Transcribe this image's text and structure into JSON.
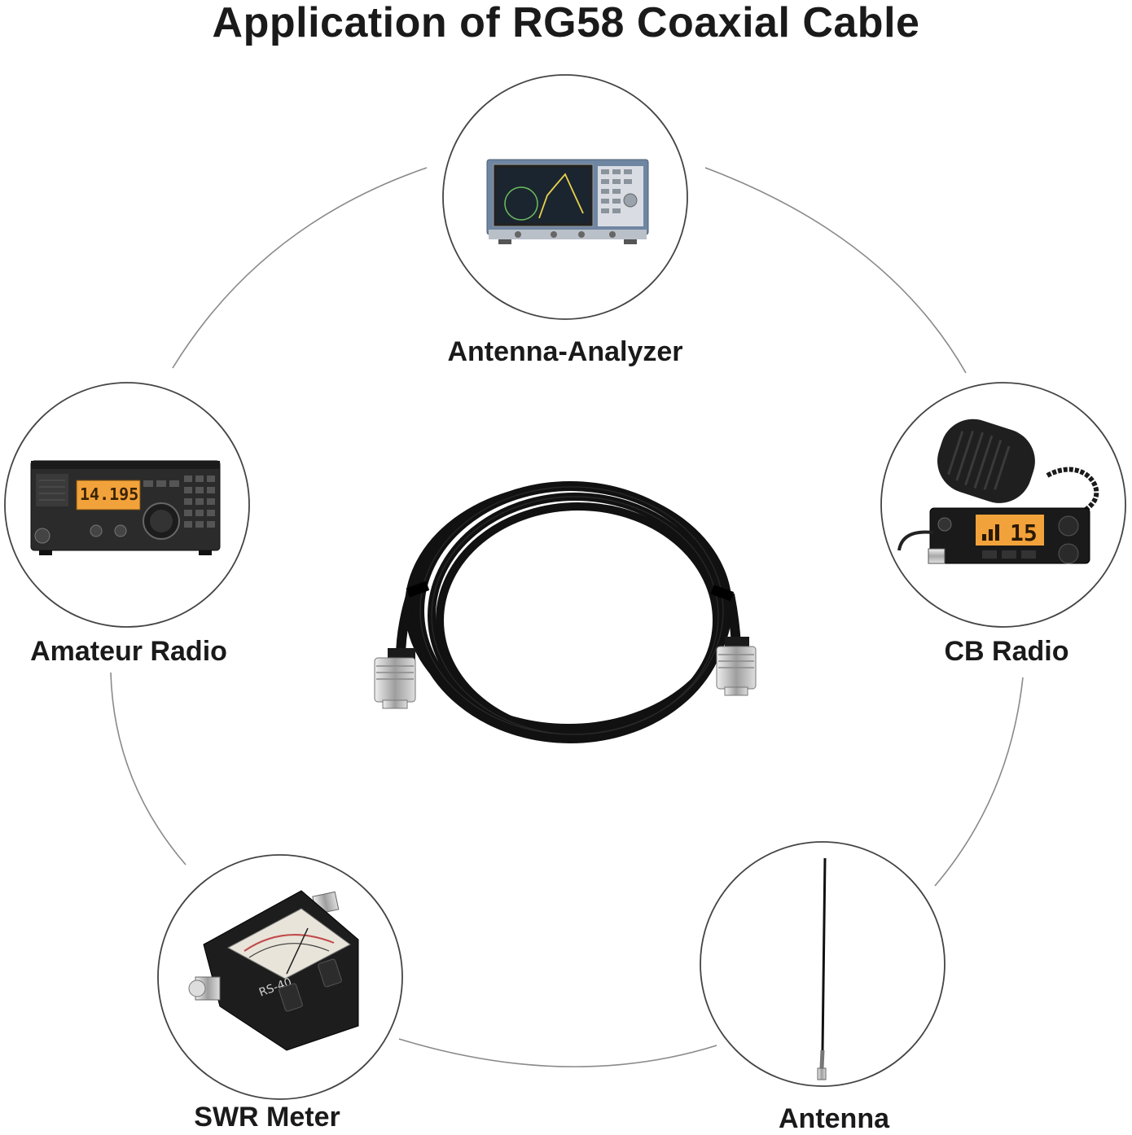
{
  "title": "Application of RG58 Coaxial Cable",
  "applications": [
    {
      "label": "Antenna-Analyzer",
      "icon": "antenna-analyzer-icon"
    },
    {
      "label": "CB Radio",
      "icon": "cb-radio-icon"
    },
    {
      "label": "Antenna",
      "icon": "antenna-icon"
    },
    {
      "label": "SWR Meter",
      "icon": "swr-meter-icon"
    },
    {
      "label": "Amateur Radio",
      "icon": "amateur-radio-icon"
    }
  ],
  "center_image": "coaxial-cable-icon",
  "device_labels": {
    "swr_model": "RS-40"
  },
  "colors": {
    "text": "#1a1a1a",
    "ring_line": "#8a8a8a",
    "cable": "#111111",
    "connector": "#c9c9c9",
    "display_amber": "#f2a23a"
  }
}
